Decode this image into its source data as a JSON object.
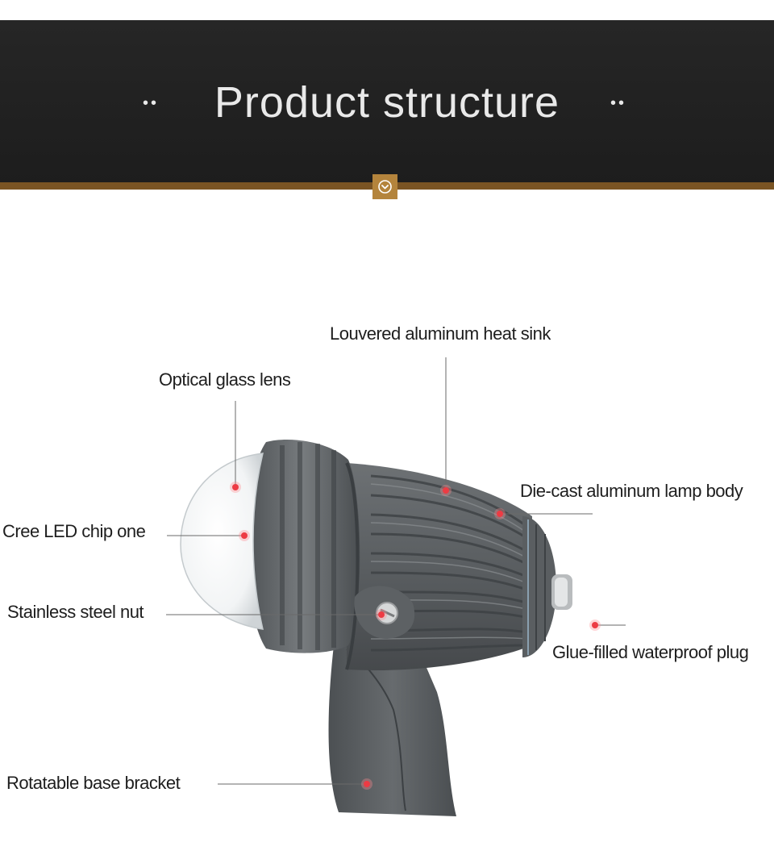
{
  "header": {
    "title": "Product structure",
    "left_ornament": "••",
    "right_ornament": "••"
  },
  "labels": {
    "heat_sink": "Louvered aluminum heat sink",
    "lens": "Optical glass lens",
    "lamp_body": "Die-cast aluminum lamp body",
    "led_chip": "Cree LED chip one",
    "nut": "Stainless steel nut",
    "plug": "Glue-filled waterproof plug",
    "bracket": "Rotatable base bracket"
  },
  "colors": {
    "banner": "#1f1f1f",
    "stripe": "#7a5423",
    "badge": "#b4843c",
    "lamp_body": "#5d6164",
    "marker": "#e3121c"
  },
  "icons": {
    "badge": "chevron-down-circle-icon"
  }
}
